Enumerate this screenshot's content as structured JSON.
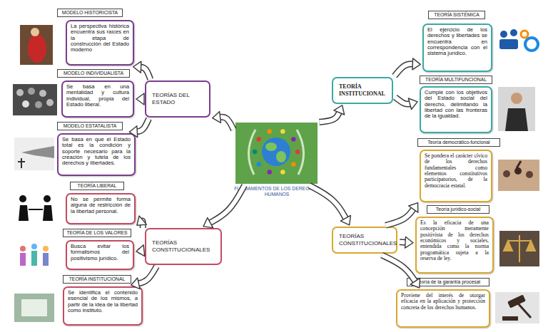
{
  "diagram": {
    "nodes": [
      {
        "text": [
          "FUNDAMENTOS DE LOS DERECHOS HUMANOS"
        ]
      },
      {
        "text": [
          "TEORÍAS DEL ESTADO"
        ]
      },
      {
        "text": [
          "MODELO HISTORICISTA",
          "La perspectiva histórica encuentra sus raíces en la etapa de construcción del Estado moderno"
        ]
      },
      {
        "text": [
          "MODELO INDIVIDUALISTA",
          "Se basa en una mentalidad y cultura individual, propia del Estado liberal."
        ]
      },
      {
        "text": [
          "MODELO ESTATALISTA",
          "Se basa en que el Estado total es la condición y soporte necesario para la creación y tutela de los derechos y libertades."
        ]
      },
      {
        "text": [
          "TEORÍAS CONSTITUCIONALES"
        ]
      },
      {
        "text": [
          "TEORÍA LIBERAL",
          "No se permite forma alguna de restricción de la libertad personal."
        ]
      },
      {
        "text": [
          "TEORÍA DE LOS VALORES",
          "Busca evitar los formalismos del positivismo jurídico."
        ]
      },
      {
        "text": [
          "TEORÍA INSTITUCIONAL",
          "Se identifica el contenido esencial de los mismos, a partir de la idea de la libertad como instituto."
        ]
      },
      {
        "text": [
          "TEORÍA INSTITUCIONAL"
        ]
      },
      {
        "text": [
          "TEORÍA SISTÉMICA",
          "El ejercicio de los derechos y libertades se encuentra en correspondencia con el sistema jurídico."
        ]
      },
      {
        "text": [
          "TEORÍA MULTIFUNCIONAL",
          "Cumple con los objetivos del Estado social del derecho, delimitando la libertad con las fronteras de la igualdad."
        ]
      },
      {
        "text": [
          "TEORÍAS CONSTITUCIONALES"
        ]
      },
      {
        "text": [
          "Teoría democrático-funcional",
          "Se pondera el carácter cívico de los derechos fundamentales como elementos constitutivos participatorios, de la democracia estatal."
        ]
      },
      {
        "text": [
          "Teoría jurídico-social",
          "Es la eficacia de una concepción meramente positivista de los derechos económicos y sociales, entendida como la norma programática sujeta a la reserva de ley."
        ]
      },
      {
        "text": [
          "Teoría de la garantía procesal",
          "Proviene del interés de otorgar eficacia en la aplicación y protección concreta de los derechos humanos."
        ]
      }
    ],
    "edges": [
      {
        "from": 0,
        "to": 1,
        "arrow": "to"
      },
      {
        "from": 1,
        "to": 2,
        "arrow": "to"
      },
      {
        "from": 1,
        "to": 3,
        "arrow": "to"
      },
      {
        "from": 1,
        "to": 4,
        "arrow": "to"
      },
      {
        "from": 0,
        "to": 5,
        "arrow": "to"
      },
      {
        "from": 5,
        "to": 6,
        "arrow": "to"
      },
      {
        "from": 5,
        "to": 7,
        "arrow": "to"
      },
      {
        "from": 5,
        "to": 8,
        "arrow": "to"
      },
      {
        "from": 0,
        "to": 9,
        "arrow": "to"
      },
      {
        "from": 9,
        "to": 10,
        "arrow": "to"
      },
      {
        "from": 9,
        "to": 11,
        "arrow": "to"
      },
      {
        "from": 0,
        "to": 12,
        "arrow": "to"
      },
      {
        "from": 12,
        "to": 13,
        "arrow": "to"
      },
      {
        "from": 12,
        "to": 14,
        "arrow": "to"
      },
      {
        "from": 12,
        "to": 15,
        "arrow": "to"
      }
    ]
  }
}
